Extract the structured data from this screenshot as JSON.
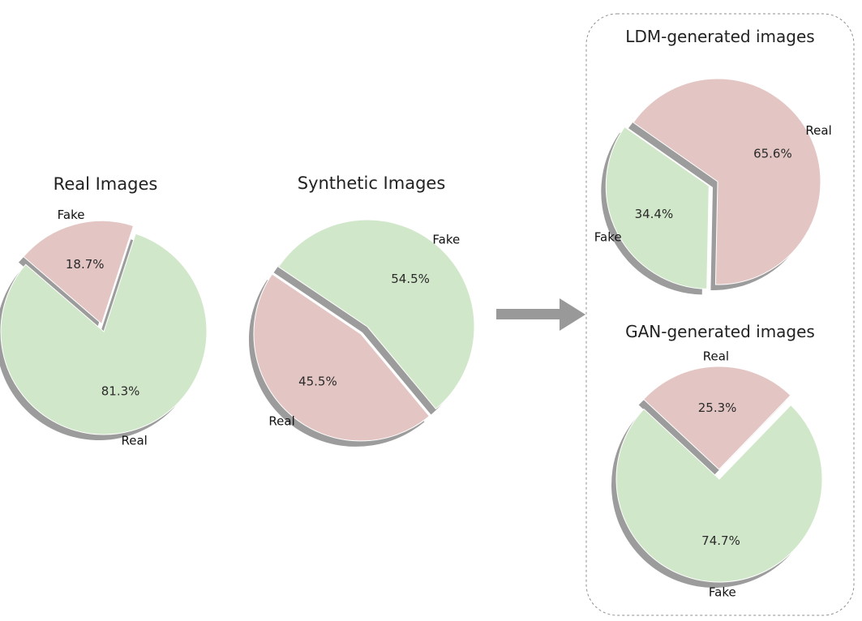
{
  "colors": {
    "real": "#e3c6c3",
    "fake": "#d1e7ca",
    "shadow": "#9c9c9c",
    "arrow": "#999999",
    "box_border": "#8f8f8f",
    "edge": "#ffffff"
  },
  "icons": {
    "arrow": "right-arrow-icon"
  },
  "chart_data": [
    {
      "type": "pie",
      "title": "Real Images",
      "slices": [
        {
          "label": "Fake",
          "value": 18.7,
          "display": "18.7%",
          "color": "#e3c6c3",
          "exploded": true
        },
        {
          "label": "Real",
          "value": 81.3,
          "display": "81.3%",
          "color": "#d1e7ca",
          "exploded": false
        }
      ],
      "shadow": true
    },
    {
      "type": "pie",
      "title": "Synthetic Images",
      "slices": [
        {
          "label": "Real",
          "value": 45.5,
          "display": "45.5%",
          "color": "#e3c6c3",
          "exploded": true
        },
        {
          "label": "Fake",
          "value": 54.5,
          "display": "54.5%",
          "color": "#d1e7ca",
          "exploded": false
        }
      ],
      "shadow": true
    },
    {
      "type": "pie",
      "title": "LDM-generated images",
      "slices": [
        {
          "label": "Fake",
          "value": 34.4,
          "display": "34.4%",
          "color": "#d1e7ca",
          "exploded": true
        },
        {
          "label": "Real",
          "value": 65.6,
          "display": "65.6%",
          "color": "#e3c6c3",
          "exploded": false
        }
      ],
      "shadow": true
    },
    {
      "type": "pie",
      "title": "GAN-generated images",
      "slices": [
        {
          "label": "Real",
          "value": 25.3,
          "display": "25.3%",
          "color": "#e3c6c3",
          "exploded": true
        },
        {
          "label": "Fake",
          "value": 74.7,
          "display": "74.7%",
          "color": "#d1e7ca",
          "exploded": false
        }
      ],
      "shadow": true
    }
  ]
}
